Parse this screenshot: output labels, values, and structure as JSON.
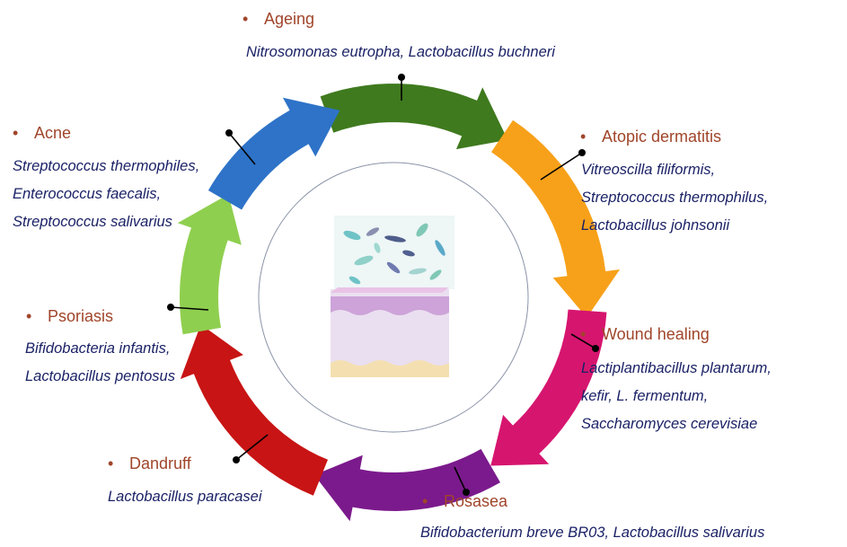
{
  "center_image": {
    "icon": "skin-microbiome-icon"
  },
  "conditions": [
    {
      "id": "ageing",
      "color": "#3f7a1e",
      "title": "Ageing",
      "bacteria": [
        "Nitrosomonas eutropha, Lactobacillus buchneri"
      ]
    },
    {
      "id": "atopic-dermatitis",
      "color": "#f7a11a",
      "title": "Atopic dermatitis",
      "bacteria": [
        "Vitreoscilla filiformis,",
        "Streptococcus thermophilus,",
        "Lactobacillus johnsonii"
      ]
    },
    {
      "id": "wound-healing",
      "color": "#d6156f",
      "title": "Wound healing",
      "bacteria": [
        "Lactiplantibacillus plantarum,",
        "kefir, L. fermentum,",
        "Saccharomyces cerevisiae"
      ]
    },
    {
      "id": "rosasea",
      "color": "#7b1a8c",
      "title": "Rosasea",
      "bacteria": [
        "Bifidobacterium breve BR03, Lactobacillus salivarius"
      ]
    },
    {
      "id": "dandruff",
      "color": "#c81414",
      "title": "Dandruff",
      "bacteria": [
        "Lactobacillus paracasei"
      ]
    },
    {
      "id": "psoriasis",
      "color": "#8fcf4f",
      "title": "Psoriasis",
      "bacteria": [
        "Bifidobacteria infantis,",
        "Lactobacillus pentosus"
      ]
    },
    {
      "id": "acne",
      "color": "#2e73c8",
      "title": "Acne",
      "bacteria": [
        "Streptococcus thermophiles,",
        "Enterococcus faecalis,",
        "Streptococcus salivarius"
      ]
    }
  ]
}
